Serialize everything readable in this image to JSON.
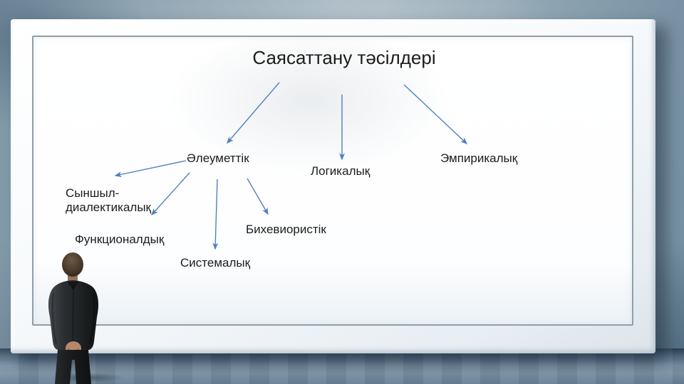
{
  "slide": {
    "title": "Саясаттану тәсілдері",
    "labels": {
      "aleumettik": "Әлеуметтік",
      "logikalyk": "Логикалық",
      "empirikalyk": "Эмпирикалық",
      "synshyl_dialektikalyk": "Сыншыл-\nдиалектикалық",
      "funktsionaldyk": "Функционалдық",
      "sistemalyk": "Системалық",
      "bikhevioristik": "Бихевиористік"
    },
    "edges": [
      {
        "from": "Саясаттану тәсілдері",
        "to": "Әлеуметтік"
      },
      {
        "from": "Саясаттану тәсілдері",
        "to": "Логикалық"
      },
      {
        "from": "Саясаттану тәсілдері",
        "to": "Эмпирикалық"
      },
      {
        "from": "Әлеуметтік",
        "to": "Сыншыл-диалектикалық"
      },
      {
        "from": "Әлеуметтік",
        "to": "Функционалдық"
      },
      {
        "from": "Әлеуметтік",
        "to": "Системалық"
      },
      {
        "from": "Әлеуметтік",
        "to": "Бихевиористік"
      }
    ]
  },
  "colors": {
    "arrow": "#4f81bd",
    "text": "#1c1c1c"
  }
}
